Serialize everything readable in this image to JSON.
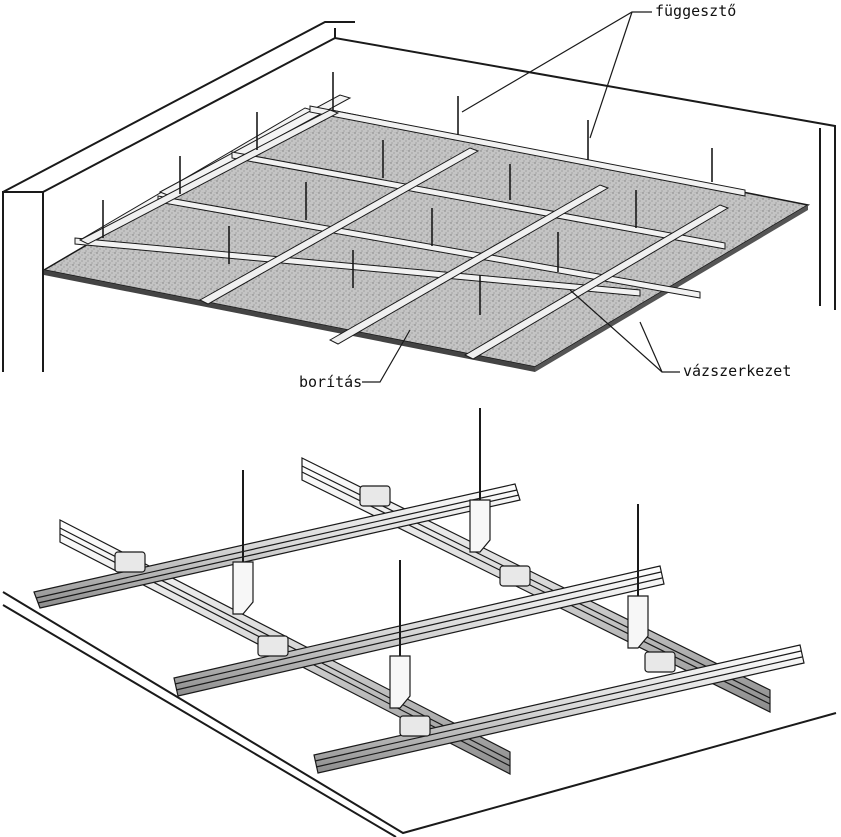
{
  "labels": {
    "hanger": "függesztő",
    "frame": "vázszerkezet",
    "cladding": "borítás"
  },
  "colors": {
    "line": "#1a1a1a",
    "board": "#bdbdbd",
    "board_dots": "#777777",
    "rail_fill": "#efefef",
    "background": "#ffffff"
  }
}
